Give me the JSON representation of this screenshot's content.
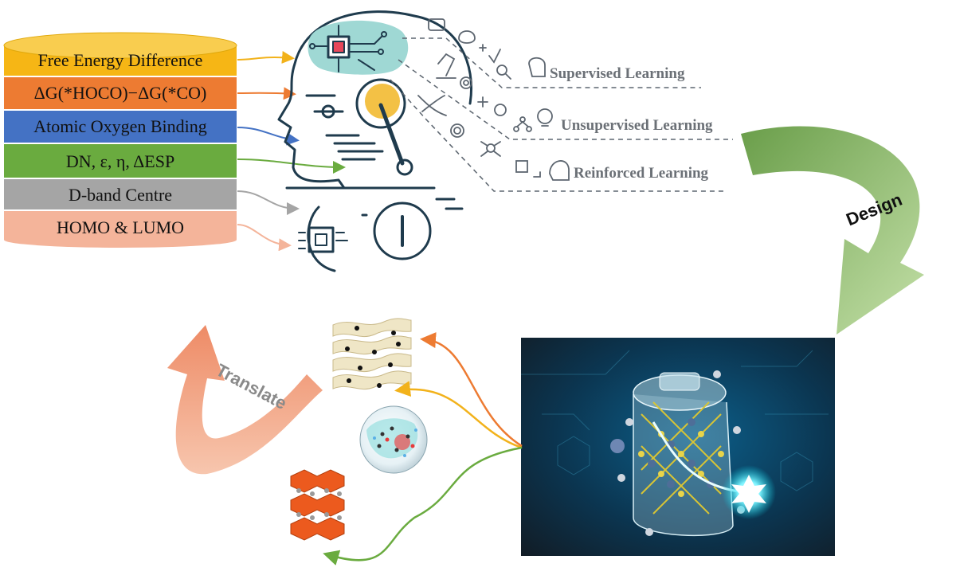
{
  "descriptors": {
    "items": [
      {
        "label": "Free Energy Difference",
        "color": "#f6b615"
      },
      {
        "label": "ΔG(*HOCO)−ΔG(*CO)",
        "color": "#ed7b32"
      },
      {
        "label": "Atomic Oxygen Binding",
        "color": "#4472c4"
      },
      {
        "label": "DN, ε, η, ΔESP",
        "color": "#6aab3f"
      },
      {
        "label": "D-band Centre",
        "color": "#a5a5a5"
      },
      {
        "label": "HOMO & LUMO",
        "color": "#f4b49a"
      }
    ]
  },
  "learning": {
    "supervised": "Supervised Learning",
    "unsupervised": "Unsupervised Learning",
    "reinforced": "Reinforced Learning"
  },
  "arrows": {
    "design": "Design",
    "translate": "Translate"
  },
  "colors": {
    "ai_line": "#1f3b4d",
    "brain_fill": "#9fd8d4",
    "chip_red": "#e8475a",
    "eye_gold": "#f3c145",
    "design_arrow": "#8fbf6a",
    "translate_arrow": "#f0a080"
  }
}
